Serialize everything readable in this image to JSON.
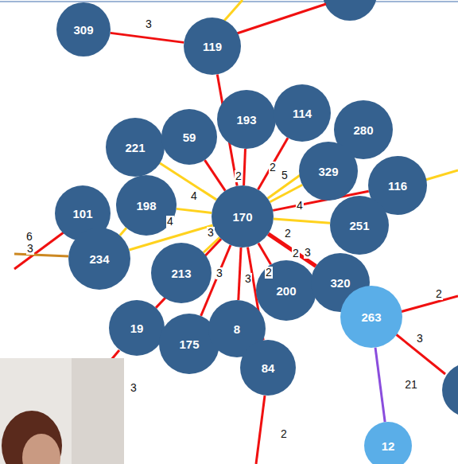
{
  "diagram": {
    "nodes": [
      {
        "text": [
          "309"
        ]
      },
      {
        "text": [
          "119"
        ]
      },
      {
        "text": [
          "193"
        ]
      },
      {
        "text": [
          "114"
        ]
      },
      {
        "text": [
          "280"
        ]
      },
      {
        "text": [
          "221"
        ]
      },
      {
        "text": [
          "59"
        ]
      },
      {
        "text": [
          "329"
        ]
      },
      {
        "text": [
          "116"
        ]
      },
      {
        "text": [
          "101"
        ]
      },
      {
        "text": [
          "198"
        ]
      },
      {
        "text": [
          "170"
        ]
      },
      {
        "text": [
          "251"
        ]
      },
      {
        "text": [
          "234"
        ]
      },
      {
        "text": [
          "213"
        ]
      },
      {
        "text": [
          "200"
        ]
      },
      {
        "text": [
          "320"
        ]
      },
      {
        "text": [
          "263"
        ]
      },
      {
        "text": [
          "19"
        ]
      },
      {
        "text": [
          "175"
        ]
      },
      {
        "text": [
          "8"
        ]
      },
      {
        "text": [
          "84"
        ]
      },
      {
        "text": [
          "12"
        ]
      }
    ],
    "edges": [
      {
        "from": 0,
        "to": 1,
        "arrow": "none",
        "label": "3"
      },
      {
        "from": 1,
        "to": 11,
        "arrow": "none"
      },
      {
        "from": 11,
        "to": 2,
        "arrow": "none",
        "label": "2"
      },
      {
        "from": 11,
        "to": 6,
        "arrow": "none"
      },
      {
        "from": 11,
        "to": 5,
        "arrow": "none"
      },
      {
        "from": 11,
        "to": 3,
        "arrow": "none",
        "label": "2"
      },
      {
        "from": 11,
        "to": 4,
        "arrow": "none",
        "label": "5"
      },
      {
        "from": 11,
        "to": 7,
        "arrow": "none"
      },
      {
        "from": 11,
        "to": 12,
        "arrow": "none",
        "label": "4"
      },
      {
        "from": 11,
        "to": 8,
        "arrow": "none"
      },
      {
        "from": 11,
        "to": 16,
        "arrow": "none",
        "label": "2"
      },
      {
        "from": 11,
        "to": 15,
        "arrow": "none",
        "label": "2"
      },
      {
        "from": 11,
        "to": 20,
        "arrow": "none",
        "label": "3"
      },
      {
        "from": 11,
        "to": 21,
        "arrow": "none"
      },
      {
        "from": 11,
        "to": 19,
        "arrow": "none",
        "label": "3"
      },
      {
        "from": 11,
        "to": 14,
        "arrow": "none",
        "label": "3"
      },
      {
        "from": 11,
        "to": 10,
        "arrow": "none",
        "label": "4"
      },
      {
        "from": 11,
        "to": 13,
        "arrow": "none"
      },
      {
        "from": 11,
        "to": 18,
        "arrow": "none"
      },
      {
        "from": 10,
        "to": 13,
        "arrow": "none",
        "label": "4"
      },
      {
        "from": 17,
        "to": 22,
        "arrow": "none",
        "label": "21"
      }
    ],
    "labels": [
      "6",
      "3",
      "2",
      "3",
      "3",
      "2",
      "2",
      "3"
    ]
  }
}
